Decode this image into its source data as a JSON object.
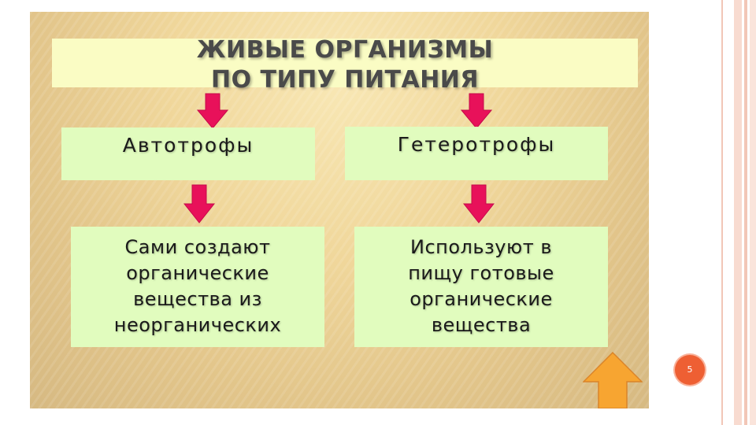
{
  "slide": {
    "title_line1": "ЖИВЫЕ ОРГАНИЗМЫ",
    "title_line2": "ПО ТИПУ ПИТАНИЯ",
    "left": {
      "heading": "Автотрофы",
      "desc_lines": [
        "Сами создают",
        "органические",
        "вещества из",
        "неорганических"
      ]
    },
    "right": {
      "heading": "Гетеротрофы",
      "desc_lines": [
        "Используют в",
        "пищу готовые",
        "органические",
        "вещества"
      ]
    }
  },
  "page_number": "5",
  "colors": {
    "accent": "#ee5f33",
    "box_fill": "#e1fcbe",
    "title_banner": "#fafcc4",
    "arrow_pink": "#e8115a",
    "arrow_orange": "#f7a531"
  },
  "icons": {
    "down_arrow": "down-arrow-icon",
    "up_arrow": "up-arrow-icon"
  }
}
